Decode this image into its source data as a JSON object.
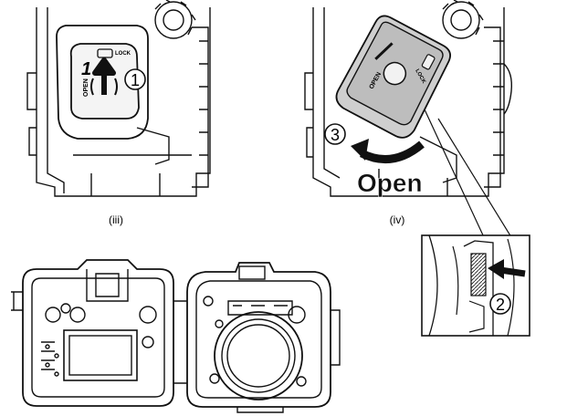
{
  "panel_iii": {
    "caption": "(iii)",
    "knob_open_text": "OPEN",
    "knob_lock_text": "LOCK",
    "step_number": "1"
  },
  "panel_iv": {
    "caption": "(iv)",
    "knob_open_text": "OPEN",
    "knob_lock_text": "LOCK",
    "step_number": "3",
    "action_text": "Open"
  },
  "inset": {
    "step_number": "2"
  },
  "colors": {
    "line": "#111111",
    "knob_shade": "#bdbdbd",
    "light_shade": "#e6e6e6"
  }
}
